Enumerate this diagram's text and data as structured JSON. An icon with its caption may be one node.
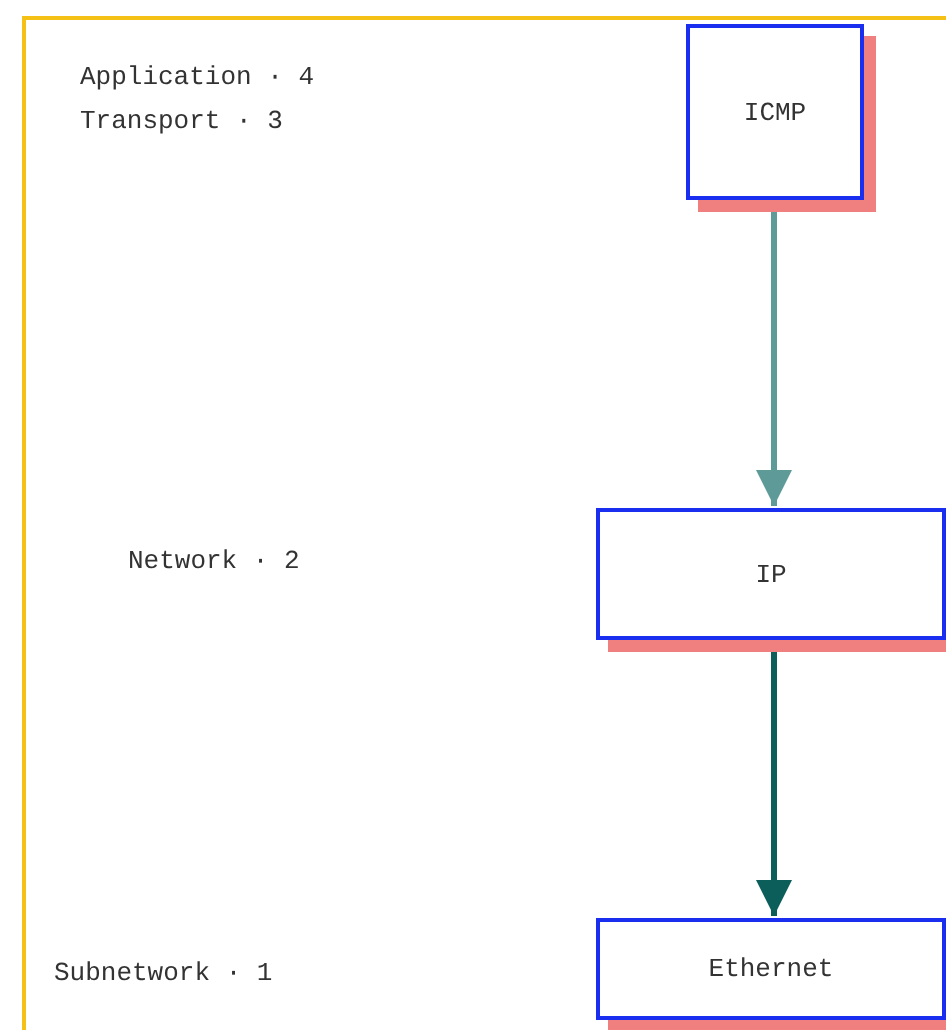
{
  "diagram": {
    "nodes": [
      {
        "text": [
          "ICMP"
        ]
      },
      {
        "text": [
          "IP"
        ]
      },
      {
        "text": [
          "Ethernet"
        ]
      }
    ],
    "edges": [
      {
        "from": 0,
        "to": 1,
        "arrow": "to",
        "color": "#5e9a98"
      },
      {
        "from": 1,
        "to": 2,
        "arrow": "to"
      }
    ],
    "labels": [
      "Application · 4",
      "Transport · 3",
      "Network · 2",
      "Subnetwork · 1"
    ]
  }
}
